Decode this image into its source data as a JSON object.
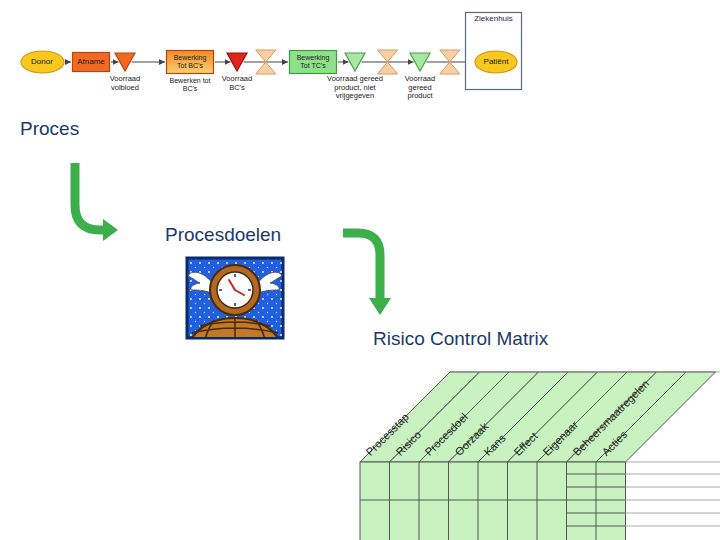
{
  "diagram": {
    "nodes": [
      {
        "text": [
          "Donor"
        ]
      },
      {
        "text": [
          "Afname"
        ]
      },
      {
        "text": [
          "Voorraad volbloed"
        ]
      },
      {
        "text": [
          "Bewerking Tot BC's",
          "Bewerken tot BC's"
        ]
      },
      {
        "text": [
          "Voorraad BC's"
        ]
      },
      {
        "text": [
          "Bewerking Tot TC's"
        ]
      },
      {
        "text": [
          "Voorraad gereed product, niet vrijgegeven"
        ]
      },
      {
        "text": [
          "Voorraad gereed product"
        ]
      },
      {
        "text": [
          "Ziekenhuis"
        ]
      },
      {
        "text": [
          "Patiënt"
        ],
        "in": 8
      }
    ],
    "edges": [
      {
        "from": 0,
        "to": 1,
        "arrow": "to"
      },
      {
        "from": 1,
        "to": 2,
        "arrow": "to"
      },
      {
        "from": 2,
        "to": 3,
        "arrow": "to"
      },
      {
        "from": 3,
        "to": 4,
        "arrow": "to"
      },
      {
        "from": 4,
        "to": 5,
        "arrow": "to"
      },
      {
        "from": 5,
        "to": 6,
        "arrow": "to"
      },
      {
        "from": 6,
        "to": 7,
        "arrow": "to"
      },
      {
        "from": 7,
        "to": 9,
        "arrow": "to"
      }
    ],
    "labels": [
      "Proces",
      "Procesdoelen",
      "Risico Control Matrix",
      "Processtap",
      "Risico",
      "Procesdoel",
      "Oorzaak",
      "Kans",
      "Effect",
      "Eigenaar",
      "Beheersmaatregelen",
      "Acties"
    ]
  }
}
